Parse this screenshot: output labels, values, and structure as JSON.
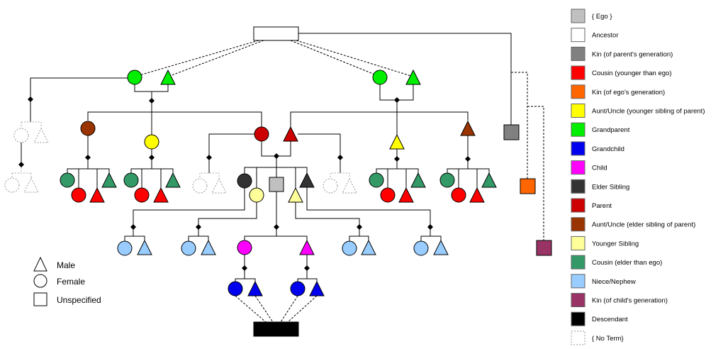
{
  "colors": {
    "ego": "#c0c0c0",
    "ancestor": "#ffffff",
    "parent_gen": "#808080",
    "cousin_younger": "#ff0000",
    "ego_gen": "#ff6600",
    "aunt_uncle_younger": "#ffff00",
    "grandparent": "#00ee00",
    "grandchild": "#0000ee",
    "child": "#ff00ff",
    "elder_sibling": "#333333",
    "parent": "#cc0000",
    "aunt_uncle_elder": "#993300",
    "younger_sibling": "#ffff99",
    "cousin_elder": "#339966",
    "niece_nephew": "#99ccff",
    "child_gen": "#993366",
    "descendant": "#000000",
    "no_term": "#ffffff"
  },
  "legend": [
    {
      "key": "ego",
      "label": "{ Ego }"
    },
    {
      "key": "ancestor",
      "label": "Ancestor"
    },
    {
      "key": "parent_gen",
      "label": "Kin (of parent's generation)"
    },
    {
      "key": "cousin_younger",
      "label": "Cousin (younger than ego)"
    },
    {
      "key": "ego_gen",
      "label": "Kin (of ego's generation)"
    },
    {
      "key": "aunt_uncle_younger",
      "label": "Aunt/Uncle (younger sibling of parent)"
    },
    {
      "key": "grandparent",
      "label": "Grandparent"
    },
    {
      "key": "grandchild",
      "label": "Grandchild"
    },
    {
      "key": "child",
      "label": "Child"
    },
    {
      "key": "elder_sibling",
      "label": "Elder Sibling"
    },
    {
      "key": "parent",
      "label": "Parent"
    },
    {
      "key": "aunt_uncle_elder",
      "label": "Aunt/Uncle (elder sibling of parent)"
    },
    {
      "key": "younger_sibling",
      "label": "Younger Sibling"
    },
    {
      "key": "cousin_elder",
      "label": "Cousin (elder than ego)"
    },
    {
      "key": "niece_nephew",
      "label": "Niece/Nephew"
    },
    {
      "key": "child_gen",
      "label": "Kin (of child's generation)"
    },
    {
      "key": "descendant",
      "label": "Descendant"
    },
    {
      "key": "no_term",
      "label": "{ No Term}"
    }
  ],
  "shape_key": {
    "male": "Male",
    "female": "Female",
    "unspecified": "Unspecified"
  }
}
